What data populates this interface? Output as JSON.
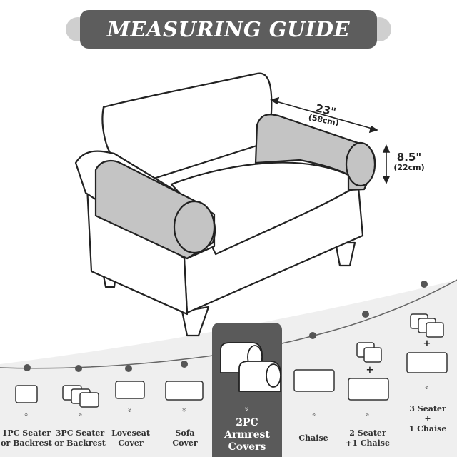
{
  "title": "MEASURING GUIDE",
  "dimensions": {
    "width": {
      "value": "23\"",
      "metric": "(58cm)"
    },
    "height": {
      "value": "8.5\"",
      "metric": "(22cm)"
    }
  },
  "options": [
    {
      "label": "1PC Seater or Backrest",
      "line1": "1PC Seater",
      "line2": "or Backrest"
    },
    {
      "label": "3PC Seater or Backrest",
      "line1": "3PC Seater",
      "line2": "or Backrest"
    },
    {
      "label": "Loveseat Cover",
      "line1": "Loveseat",
      "line2": "Cover"
    },
    {
      "label": "Sofa Cover",
      "line1": "Sofa",
      "line2": "Cover"
    },
    {
      "label": "2PC Armrest Covers",
      "line1": "2PC Armrest",
      "line2": "Covers",
      "highlighted": true
    },
    {
      "label": "Chaise",
      "line1": "Chaise",
      "line2": ""
    },
    {
      "label": "2 Seater +1 Chaise",
      "line1": "2 Seater",
      "line2": "+1 Chaise"
    },
    {
      "label": "3 Seater + 1 Chaise",
      "line1": "3 Seater",
      "line2": "+",
      "line3": "1 Chaise"
    }
  ],
  "colors": {
    "banner": "#5d5d5d",
    "armrest": "#c4c4c4",
    "panel": "#efefef",
    "highlight": "#5a5a5a"
  },
  "icons": {
    "chevron": "»",
    "plus": "+"
  }
}
